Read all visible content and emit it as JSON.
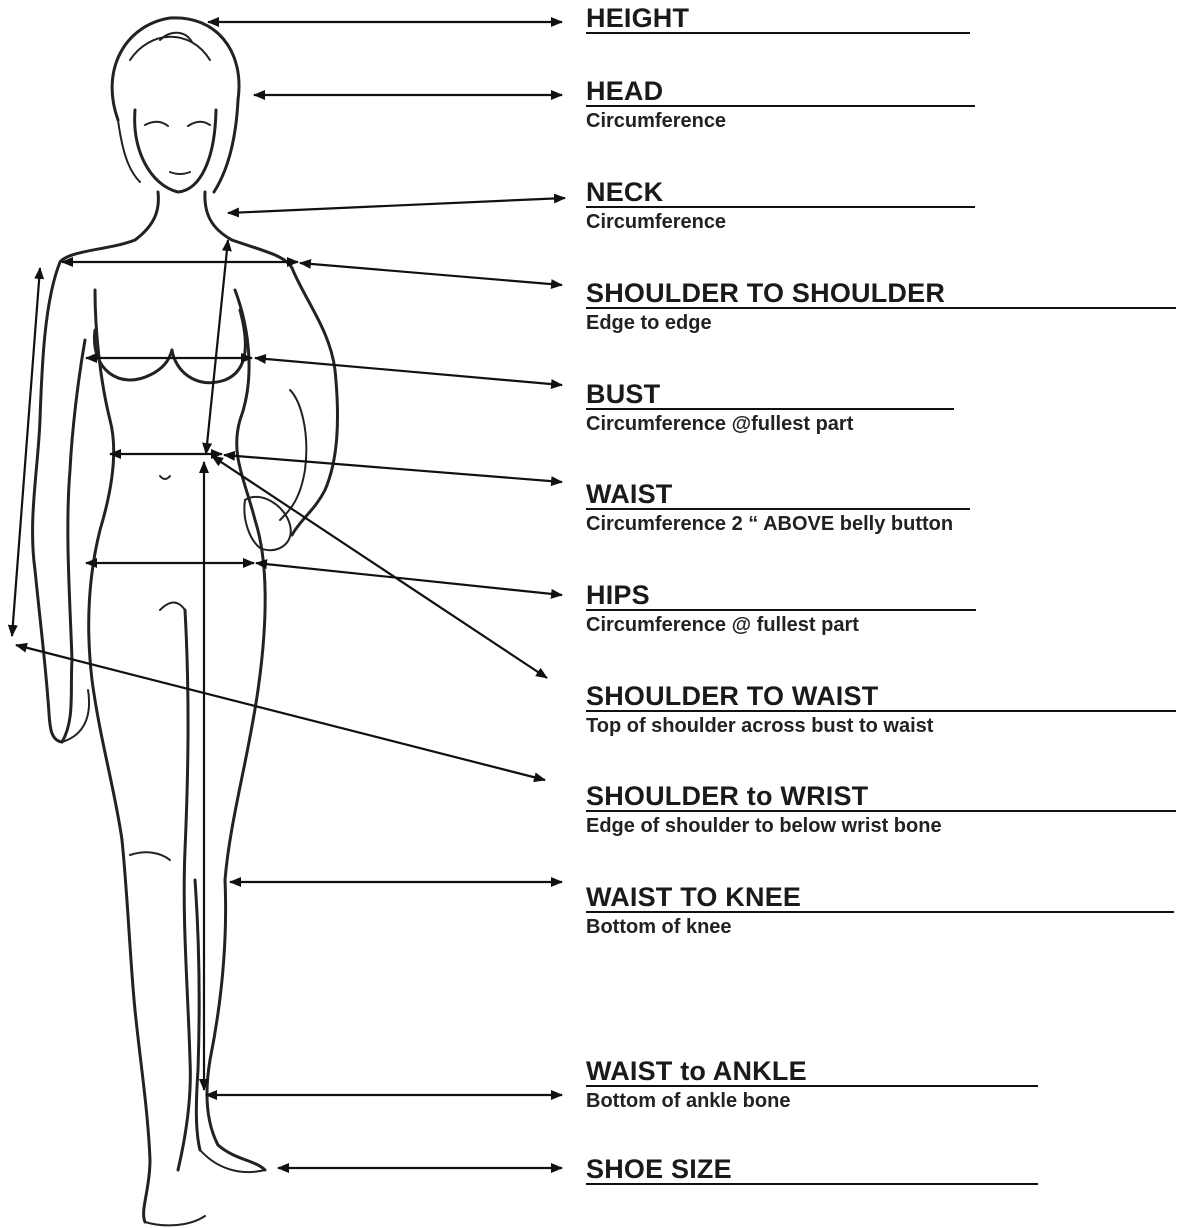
{
  "fields": [
    {
      "title": "HEIGHT",
      "subtitle": ""
    },
    {
      "title": "HEAD",
      "subtitle": "Circumference"
    },
    {
      "title": "NECK",
      "subtitle": "Circumference"
    },
    {
      "title": "SHOULDER TO SHOULDER",
      "subtitle": "Edge to edge"
    },
    {
      "title": "BUST",
      "subtitle": "Circumference @fullest part"
    },
    {
      "title": "WAIST",
      "subtitle": "Circumference 2 “ ABOVE belly button"
    },
    {
      "title": "HIPS",
      "subtitle": "Circumference @ fullest part"
    },
    {
      "title": "SHOULDER TO WAIST",
      "subtitle": "Top of shoulder across bust to waist"
    },
    {
      "title": "SHOULDER to WRIST",
      "subtitle": "Edge of shoulder to below wrist bone"
    },
    {
      "title": "WAIST TO KNEE",
      "subtitle": "Bottom of knee"
    },
    {
      "title": "WAIST to ANKLE",
      "subtitle": "Bottom of ankle bone"
    },
    {
      "title": "SHOE SIZE",
      "subtitle": ""
    }
  ]
}
